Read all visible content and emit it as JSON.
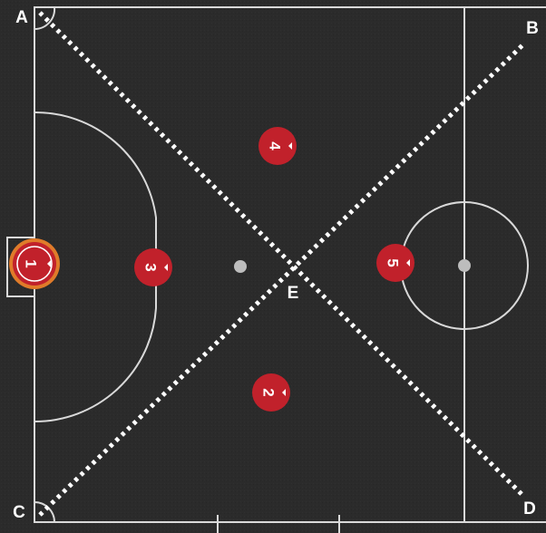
{
  "court": {
    "background": "#2b2b2b",
    "line_color": "#d9d9d9",
    "dotted_line_color": "#ffffff"
  },
  "labels": {
    "a": "A",
    "b": "B",
    "c": "C",
    "d": "D",
    "e": "E"
  },
  "players": [
    {
      "number": "1",
      "role": "goalkeeper",
      "fill": "#c1212b",
      "ring": "#e07b2a"
    },
    {
      "number": "2",
      "fill": "#c1212b"
    },
    {
      "number": "3",
      "fill": "#c1212b"
    },
    {
      "number": "4",
      "fill": "#c1212b"
    },
    {
      "number": "5",
      "fill": "#c1212b"
    }
  ]
}
